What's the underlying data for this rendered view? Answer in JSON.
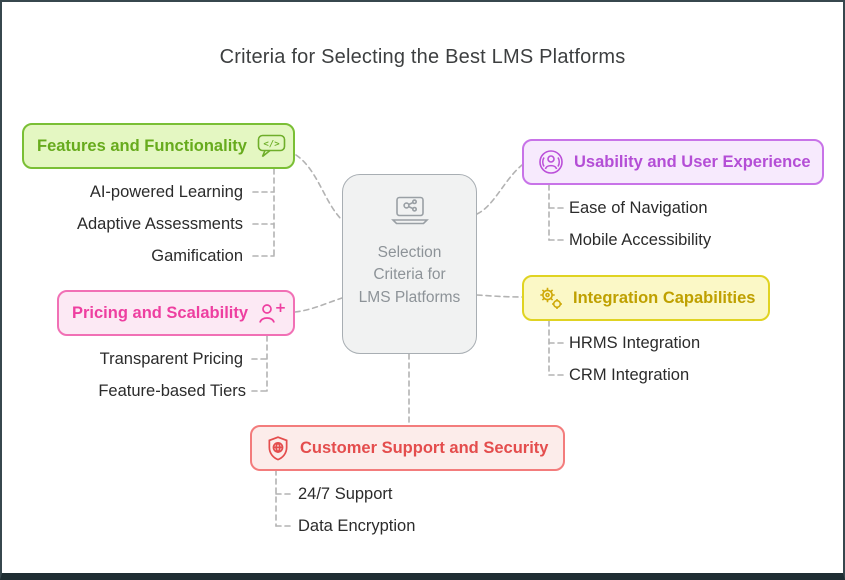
{
  "page": {
    "title": "Criteria for Selecting the Best LMS Platforms"
  },
  "center": {
    "label": "Selection Criteria for LMS Platforms",
    "icon": "laptop-network-icon",
    "fill": "#f1f2f2",
    "border": "#a8aeb3",
    "text_color": "#8d9398"
  },
  "connector_color": "#b3b3b3",
  "branches": [
    {
      "id": "features",
      "label": "Features and Functionality",
      "icon": "ai-code-bubble-icon",
      "text_color": "#67ab1d",
      "border": "#7abf35",
      "fill": "#e4f7c2",
      "items": [
        "AI-powered Learning",
        "Adaptive Assessments",
        "Gamification"
      ]
    },
    {
      "id": "usability",
      "label": "Usability and User Experience",
      "icon": "user-signal-icon",
      "text_color": "#b44ed6",
      "border": "#c873e8",
      "fill": "#f7eafd",
      "items": [
        "Ease of Navigation",
        "Mobile Accessibility"
      ]
    },
    {
      "id": "pricing",
      "label": "Pricing and Scalability",
      "icon": "user-plus-icon",
      "text_color": "#ee3fa0",
      "border": "#f170b5",
      "fill": "#fce9f4",
      "items": [
        "Transparent Pricing",
        "Feature-based Tiers"
      ]
    },
    {
      "id": "integration",
      "label": "Integration Capabilities",
      "icon": "gears-icon",
      "text_color": "#bfa000",
      "border": "#e0d322",
      "fill": "#fbf8c6",
      "items": [
        "HRMS Integration",
        "CRM Integration"
      ]
    },
    {
      "id": "support",
      "label": "Customer Support and Security",
      "icon": "shield-globe-icon",
      "text_color": "#e44d4d",
      "border": "#f37c7c",
      "fill": "#fcecea",
      "items": [
        "24/7 Support",
        "Data Encryption"
      ]
    }
  ]
}
